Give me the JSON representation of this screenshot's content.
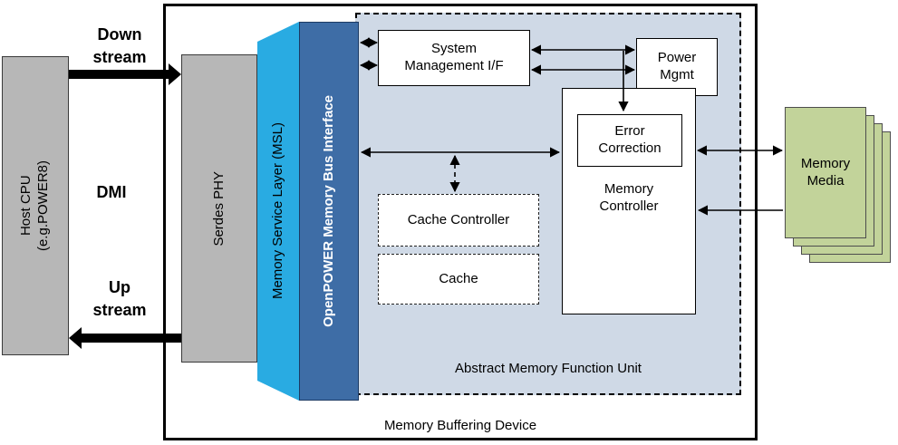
{
  "colors": {
    "gray_box": "#b7b7b7",
    "msl_blue": "#29abe2",
    "mbi_blue": "#3e6da6",
    "amfu_bg": "#cfd9e6",
    "media_green": "#c2d39a",
    "arrow": "#000000"
  },
  "host": {
    "cpu_label": "Host CPU\n(e.g.POWER8)"
  },
  "links": {
    "downstream": "Down\nstream",
    "dmi": "DMI",
    "upstream": "Up\nstream"
  },
  "device": {
    "label": "Memory Buffering Device",
    "serdes_phy": "Serdes PHY",
    "msl": "Memory Service Layer (MSL)",
    "mbi": "OpenPOWER Memory Bus Interface",
    "amfu": {
      "label": "Abstract Memory Function Unit",
      "system_mgmt": "System\nManagement I/F",
      "power_mgmt": "Power\nMgmt",
      "memory_controller": "Memory\nController",
      "error_correction": "Error\nCorrection",
      "cache_controller": "Cache Controller",
      "cache": "Cache"
    }
  },
  "memory_media": {
    "label": "Memory\nMedia"
  }
}
